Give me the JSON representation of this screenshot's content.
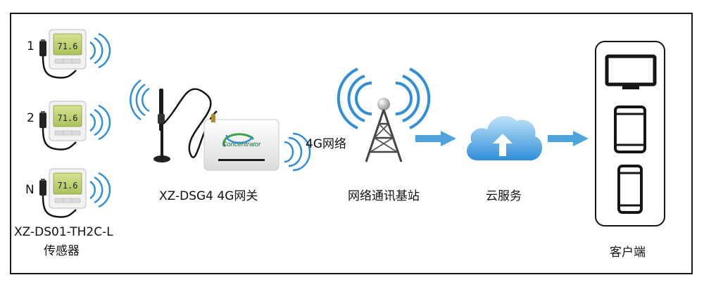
{
  "sensors": {
    "items": [
      {
        "index_label": "1"
      },
      {
        "index_label": "2"
      },
      {
        "index_label": "N"
      }
    ],
    "model_label": "XZ-DS01-TH2C-L",
    "type_label": "传感器",
    "screen_reading": "71.6"
  },
  "gateway": {
    "label": "XZ-DSG4 4G网关",
    "brand_text": "Concentrator"
  },
  "network_label": "4G网络",
  "base_station": {
    "label": "网络通讯基站"
  },
  "cloud": {
    "label": "云服务"
  },
  "client": {
    "label": "客户端"
  },
  "colors": {
    "signal_blue": "#2f8fd8",
    "arrow_blue": "#4fa3dc",
    "cloud_blue": "#3f9ee0",
    "device_black": "#151515",
    "lcd_green": "#b9cf6a"
  },
  "icons": [
    "thermometer-sensor-icon",
    "wireless-signal-icon",
    "gateway-router-icon",
    "antenna-icon",
    "cell-tower-icon",
    "cloud-upload-icon",
    "arrow-right-icon",
    "monitor-icon",
    "tablet-icon",
    "smartphone-icon"
  ]
}
